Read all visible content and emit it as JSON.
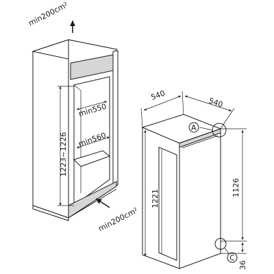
{
  "cabinet": {
    "vent_top": "min200cm²",
    "vent_bottom": "min200cm²",
    "niche_height": "1223~1226",
    "niche_width": "min560",
    "niche_depth": "min550"
  },
  "appliance": {
    "depth": "540",
    "width": "540",
    "height": "1221",
    "door_height": "1126",
    "bottom_gap": "36",
    "marker_a": "A",
    "marker_c": "C"
  }
}
